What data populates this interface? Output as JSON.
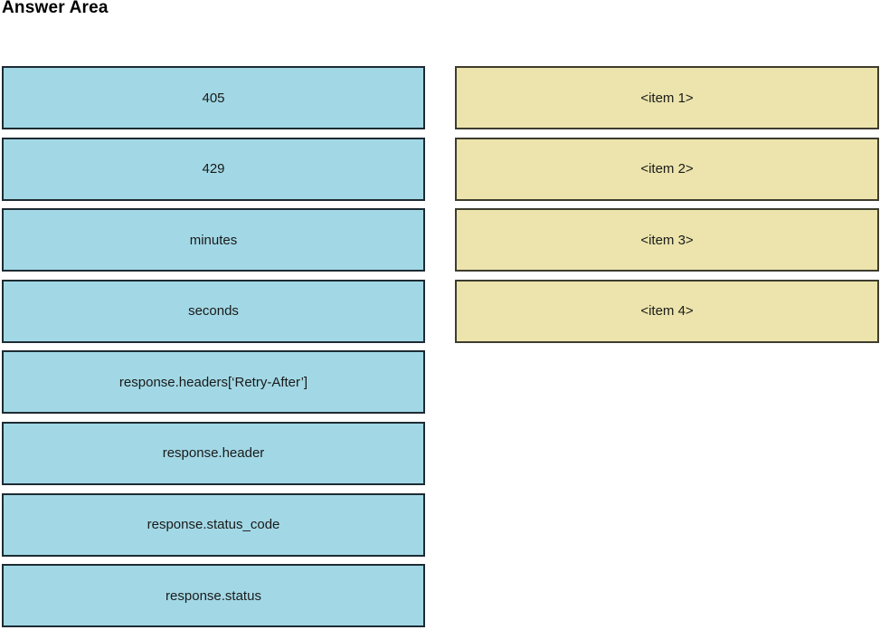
{
  "title": "Answer Area",
  "colors": {
    "token_fill": "#a2d8e5",
    "token_border": "#1d2b33",
    "target_fill": "#ece4ac",
    "target_border": "#3e3c2e",
    "text": "#1a1a1a"
  },
  "tokens": [
    {
      "label": "405"
    },
    {
      "label": "429"
    },
    {
      "label": "minutes"
    },
    {
      "label": "seconds"
    },
    {
      "label": "response.headers[‘Retry-After’]"
    },
    {
      "label": "response.header"
    },
    {
      "label": "response.status_code"
    },
    {
      "label": "response.status"
    }
  ],
  "targets": [
    {
      "label": "<item 1>"
    },
    {
      "label": "<item 2>"
    },
    {
      "label": "<item 3>"
    },
    {
      "label": "<item 4>"
    }
  ]
}
